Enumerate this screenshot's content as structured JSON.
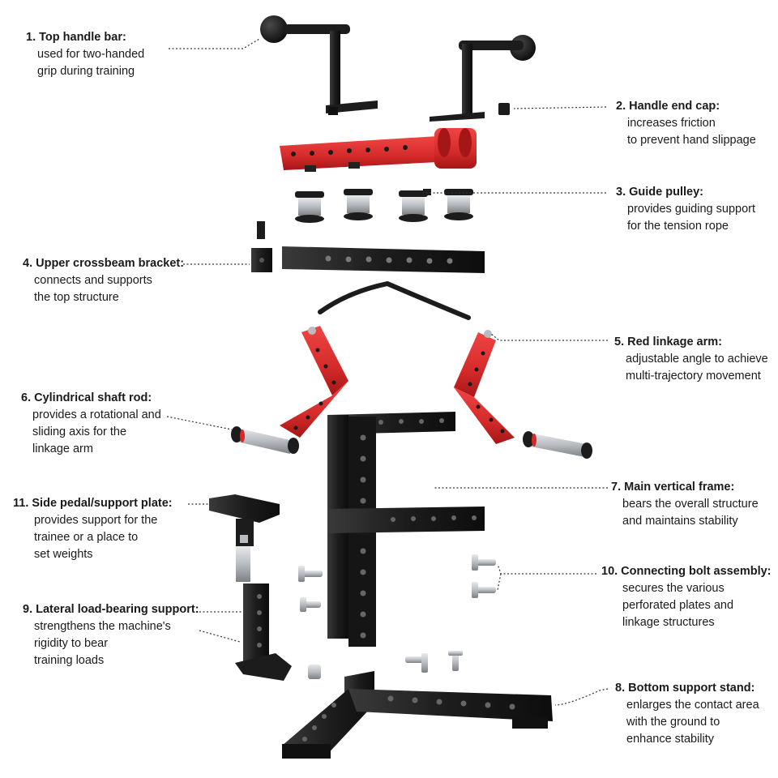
{
  "callouts": [
    {
      "id": "c1",
      "title": "1. Top handle bar:",
      "desc": [
        "used for two-handed",
        "grip during training"
      ]
    },
    {
      "id": "c2",
      "title": "2. Handle end cap:",
      "desc": [
        "increases friction",
        "to prevent hand slippage"
      ]
    },
    {
      "id": "c3",
      "title": "3. Guide pulley:",
      "desc": [
        "provides guiding support",
        "for the tension rope"
      ]
    },
    {
      "id": "c4",
      "title": "4. Upper crossbeam bracket:",
      "desc": [
        "connects and supports",
        "the top structure"
      ]
    },
    {
      "id": "c5",
      "title": "5. Red linkage arm:",
      "desc": [
        "adjustable angle to achieve",
        "multi-trajectory movement"
      ]
    },
    {
      "id": "c6",
      "title": "6. Cylindrical shaft rod:",
      "desc": [
        "provides a rotational and",
        "sliding axis for the",
        "linkage arm"
      ]
    },
    {
      "id": "c7",
      "title": "7. Main vertical frame:",
      "desc": [
        "bears the overall structure",
        "and maintains stability"
      ]
    },
    {
      "id": "c11",
      "title": "11. Side pedal/support plate:",
      "desc": [
        "provides support for the",
        "trainee or a place to",
        "set weights"
      ]
    },
    {
      "id": "c10",
      "title": "10. Connecting bolt assembly:",
      "desc": [
        "secures the various",
        "perforated plates and",
        "linkage structures"
      ]
    },
    {
      "id": "c9",
      "title": "9. Lateral load-bearing support:",
      "desc": [
        "strengthens the machine's",
        "rigidity to bear",
        "training loads"
      ]
    },
    {
      "id": "c8",
      "title": "8. Bottom support stand:",
      "desc": [
        "enlarges the contact area",
        "with the ground to",
        "enhance stability"
      ]
    }
  ],
  "colors": {
    "frame": "#1c1c1c",
    "red": "#d42a2a",
    "metal": "#b8bcc0",
    "leader": "#333333"
  }
}
